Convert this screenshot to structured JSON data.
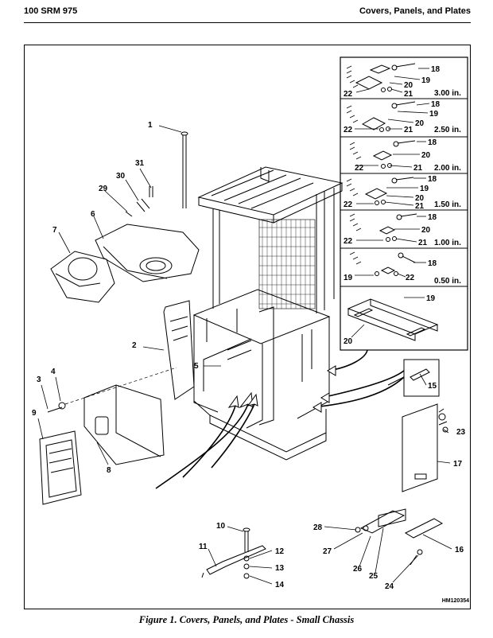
{
  "header": {
    "left": "100 SRM 975",
    "right": "Covers, Panels, and Plates"
  },
  "figure": {
    "caption": "Figure 1. Covers, Panels, and Plates - Small Chassis",
    "drawing_code": "HM120354",
    "main_callouts": [
      "1",
      "2",
      "3",
      "4",
      "5",
      "6",
      "7",
      "8",
      "9",
      "10",
      "11",
      "12",
      "13",
      "14",
      "15",
      "16",
      "17",
      "23",
      "24",
      "25",
      "26",
      "27",
      "28",
      "29",
      "30",
      "31"
    ],
    "inset_panels": [
      {
        "dimension": "3.00 in.",
        "labels": [
          "18",
          "19",
          "20",
          "21",
          "22"
        ]
      },
      {
        "dimension": "2.50 in.",
        "labels": [
          "18",
          "19",
          "20",
          "21",
          "22"
        ]
      },
      {
        "dimension": "2.00 in.",
        "labels": [
          "18",
          "20",
          "21",
          "22"
        ]
      },
      {
        "dimension": "1.50 in.",
        "labels": [
          "18",
          "19",
          "20",
          "21",
          "22"
        ]
      },
      {
        "dimension": "1.00 in.",
        "labels": [
          "18",
          "20",
          "21",
          "22"
        ]
      },
      {
        "dimension": "0.50 in.",
        "labels": [
          "18",
          "19",
          "22"
        ]
      },
      {
        "dimension": "",
        "labels": [
          "19",
          "20"
        ]
      }
    ]
  }
}
